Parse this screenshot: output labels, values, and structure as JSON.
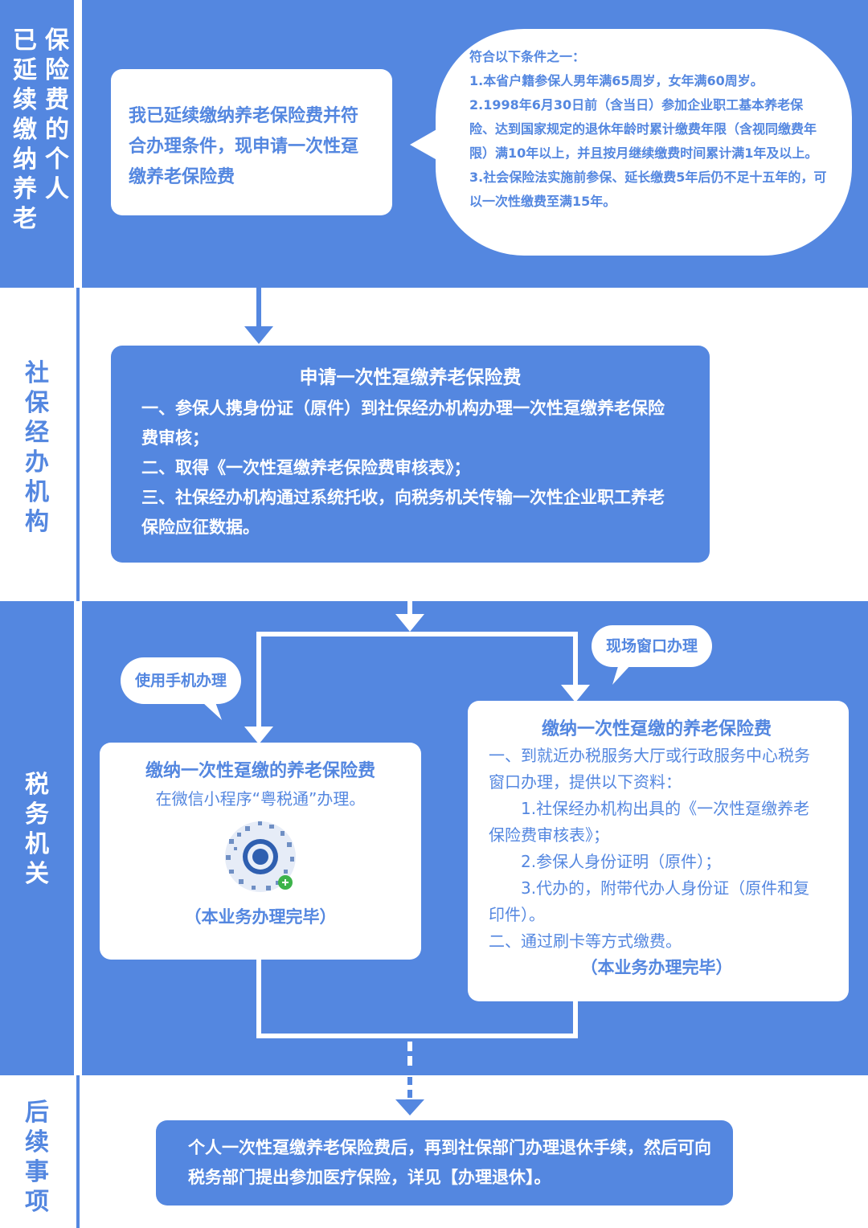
{
  "lanes": {
    "applicant": {
      "col1": "已延续缴纳养老",
      "col2": "保险费的个人"
    },
    "social": "社保经办机构",
    "tax": "税务机关",
    "followup": "后续事项"
  },
  "step1": {
    "text": "我已延续缴纳养老保险费并符合办理条件，现申请一次性趸缴养老保险费"
  },
  "conditions": {
    "intro": "符合以下条件之一：",
    "items": [
      "1.本省户籍参保人男年满65周岁，女年满60周岁。",
      "2.1998年6月30日前（含当日）参加企业职工基本养老保险、达到国家规定的退休年龄时累计缴费年限（含视同缴费年限）满10年以上，并且按月继续缴费时间累计满1年及以上。",
      "3.社会保险法实施前参保、延长缴费5年后仍不足十五年的，可以一次性缴费至满15年。"
    ]
  },
  "social_step": {
    "title": "申请一次性趸缴养老保险费",
    "lines": [
      "一、参保人携身份证（原件）到社保经办机构办理一次性趸缴养老保险费审核；",
      "二、取得《一次性趸缴养老保险费审核表》；",
      "三、社保经办机构通过系统托收，向税务机关传输一次性企业职工养老保险应征数据。"
    ]
  },
  "tax_mobile": {
    "bubble": "使用手机办理",
    "title": "缴纳一次性趸缴的养老保险费",
    "desc": "在微信小程序“粤税通”办理。",
    "done": "（本业务办理完毕）"
  },
  "tax_window": {
    "bubble": "现场窗口办理",
    "title": "缴纳一次性趸缴的养老保险费",
    "intro": "一、到就近办税服务大厅或行政服务中心税务窗口办理，提供以下资料：",
    "items": [
      "1.社保经办机构出具的《一次性趸缴养老保险费审核表》；",
      "2.参保人身份证明（原件）；",
      "3.代办的，附带代办人身份证（原件和复印件）。"
    ],
    "pay": "二、通过刷卡等方式缴费。",
    "done": "（本业务办理完毕）"
  },
  "followup": {
    "text": "个人一次性趸缴养老保险费后，再到社保部门办理退休手续，然后可向税务部门提出参加医疗保险，详见【办理退休】。"
  },
  "colors": {
    "primary": "#5487e0",
    "white": "#ffffff"
  }
}
